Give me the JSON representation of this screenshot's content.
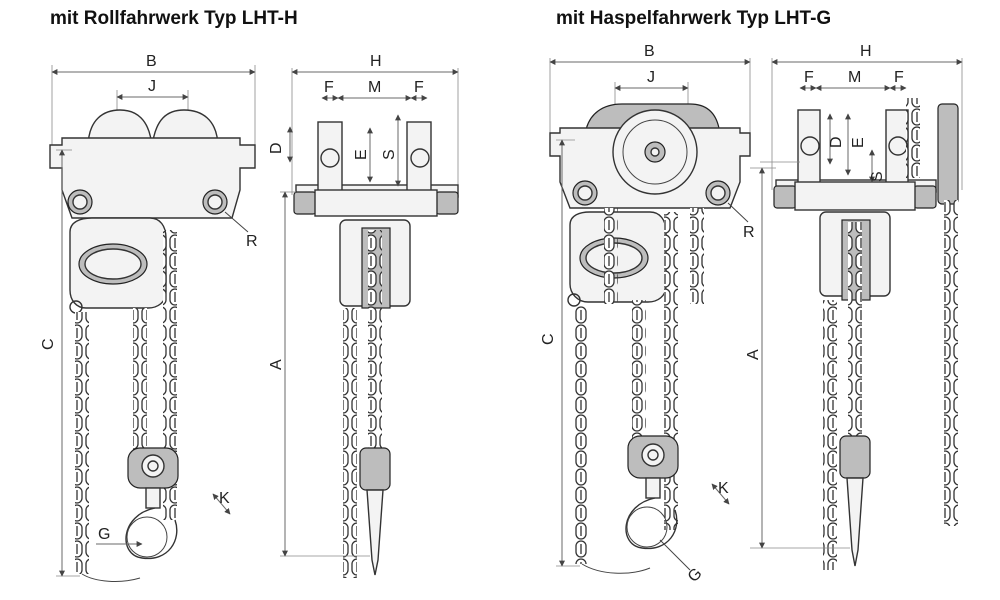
{
  "titles": {
    "left": "mit Rollfahrwerk Typ LHT-H",
    "right": "mit Haspelfahrwerk Typ LHT-G"
  },
  "labels": {
    "B": "B",
    "J": "J",
    "H": "H",
    "F": "F",
    "M": "M",
    "D": "D",
    "E": "E",
    "S": "S",
    "R": "R",
    "C": "C",
    "A": "A",
    "K": "K",
    "G": "G"
  }
}
